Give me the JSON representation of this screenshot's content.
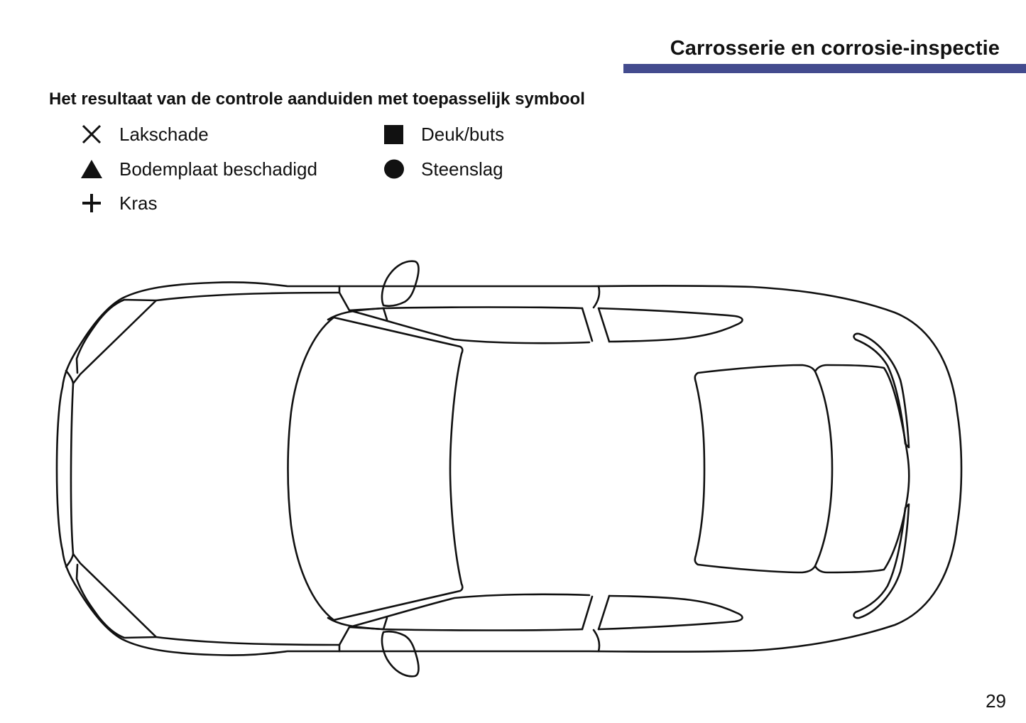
{
  "header": {
    "section_title": "Carrosserie en corrosie-inspectie",
    "accent_color": "#434b8e"
  },
  "instruction": "Het resultaat van de controle aanduiden met toepasselijk symbool",
  "legend": [
    {
      "symbol": "x-mark-icon",
      "label": "Lakschade"
    },
    {
      "symbol": "triangle-icon",
      "label": "Bodemplaat beschadigd"
    },
    {
      "symbol": "plus-icon",
      "label": "Kras"
    },
    {
      "symbol": "square-icon",
      "label": "Deuk/buts"
    },
    {
      "symbol": "circle-icon",
      "label": "Steenslag"
    }
  ],
  "diagram": {
    "subject": "car-top-view",
    "orientation": "front-left"
  },
  "footer": {
    "page_number": "29"
  }
}
